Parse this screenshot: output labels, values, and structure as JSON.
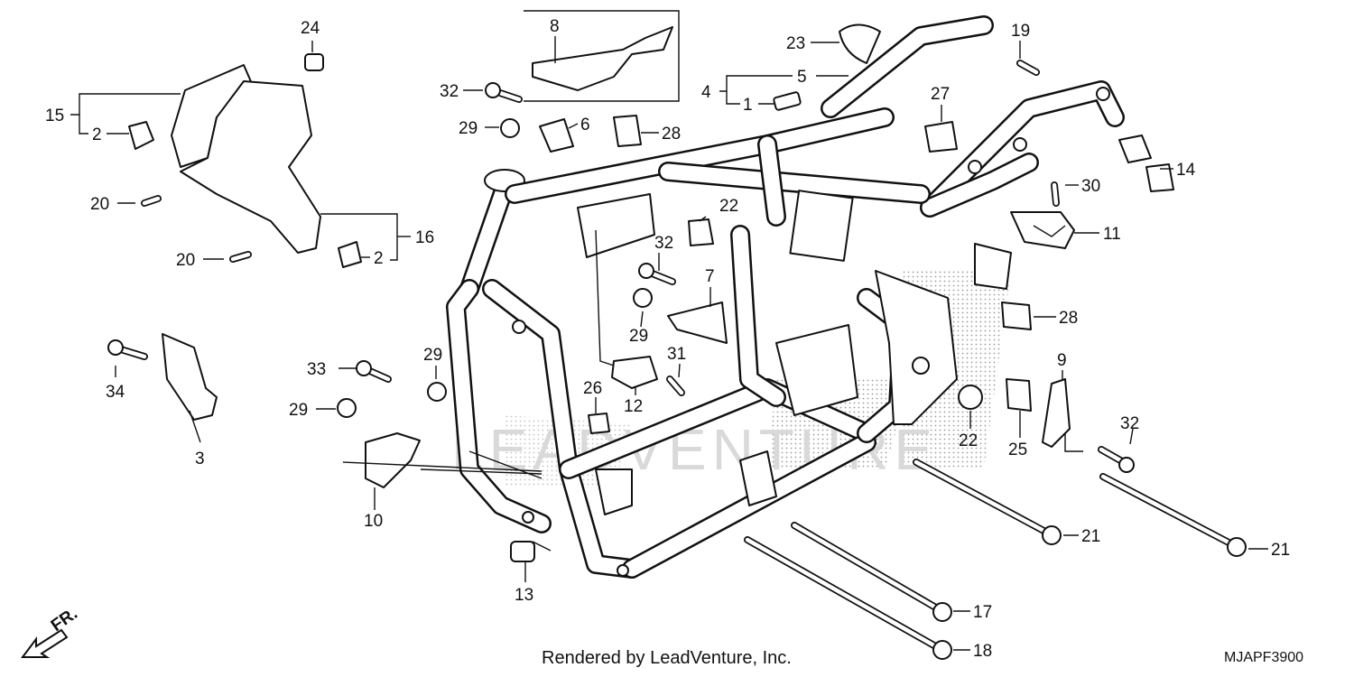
{
  "callouts": [
    {
      "id": "c24",
      "text": "24"
    },
    {
      "id": "c8",
      "text": "8"
    },
    {
      "id": "c23",
      "text": "23"
    },
    {
      "id": "c19",
      "text": "19"
    },
    {
      "id": "c15",
      "text": "15"
    },
    {
      "id": "c2a",
      "text": "2"
    },
    {
      "id": "c32a",
      "text": "32"
    },
    {
      "id": "c29a",
      "text": "29"
    },
    {
      "id": "c6",
      "text": "6"
    },
    {
      "id": "c28a",
      "text": "28"
    },
    {
      "id": "c4",
      "text": "4"
    },
    {
      "id": "c5",
      "text": "5"
    },
    {
      "id": "c1",
      "text": "1"
    },
    {
      "id": "c27",
      "text": "27"
    },
    {
      "id": "c14",
      "text": "14"
    },
    {
      "id": "c20a",
      "text": "20"
    },
    {
      "id": "c20b",
      "text": "20"
    },
    {
      "id": "c2b",
      "text": "2"
    },
    {
      "id": "c16",
      "text": "16"
    },
    {
      "id": "c22a",
      "text": "22"
    },
    {
      "id": "c32b",
      "text": "32"
    },
    {
      "id": "c7",
      "text": "7"
    },
    {
      "id": "c30",
      "text": "30"
    },
    {
      "id": "c11",
      "text": "11"
    },
    {
      "id": "c28b",
      "text": "28"
    },
    {
      "id": "c29b",
      "text": "29"
    },
    {
      "id": "c34",
      "text": "34"
    },
    {
      "id": "c3",
      "text": "3"
    },
    {
      "id": "c33",
      "text": "33"
    },
    {
      "id": "c29c",
      "text": "29"
    },
    {
      "id": "c31",
      "text": "31"
    },
    {
      "id": "c29d",
      "text": "29"
    },
    {
      "id": "c12",
      "text": "12"
    },
    {
      "id": "c26",
      "text": "26"
    },
    {
      "id": "c22b",
      "text": "22"
    },
    {
      "id": "c25",
      "text": "25"
    },
    {
      "id": "c9",
      "text": "9"
    },
    {
      "id": "c32c",
      "text": "32"
    },
    {
      "id": "c10",
      "text": "10"
    },
    {
      "id": "c21a",
      "text": "21"
    },
    {
      "id": "c21b",
      "text": "21"
    },
    {
      "id": "c13",
      "text": "13"
    },
    {
      "id": "c17",
      "text": "17"
    },
    {
      "id": "c18",
      "text": "18"
    }
  ],
  "direction_label": "FR.",
  "footer": {
    "render_credit": "Rendered by LeadVenture, Inc.",
    "diagram_code": "MJAPF3900"
  },
  "watermark": {
    "text": "LEADVENTURE"
  },
  "colors": {
    "ink": "#111111",
    "paper": "#ffffff",
    "shading": "#bdbdbd"
  }
}
